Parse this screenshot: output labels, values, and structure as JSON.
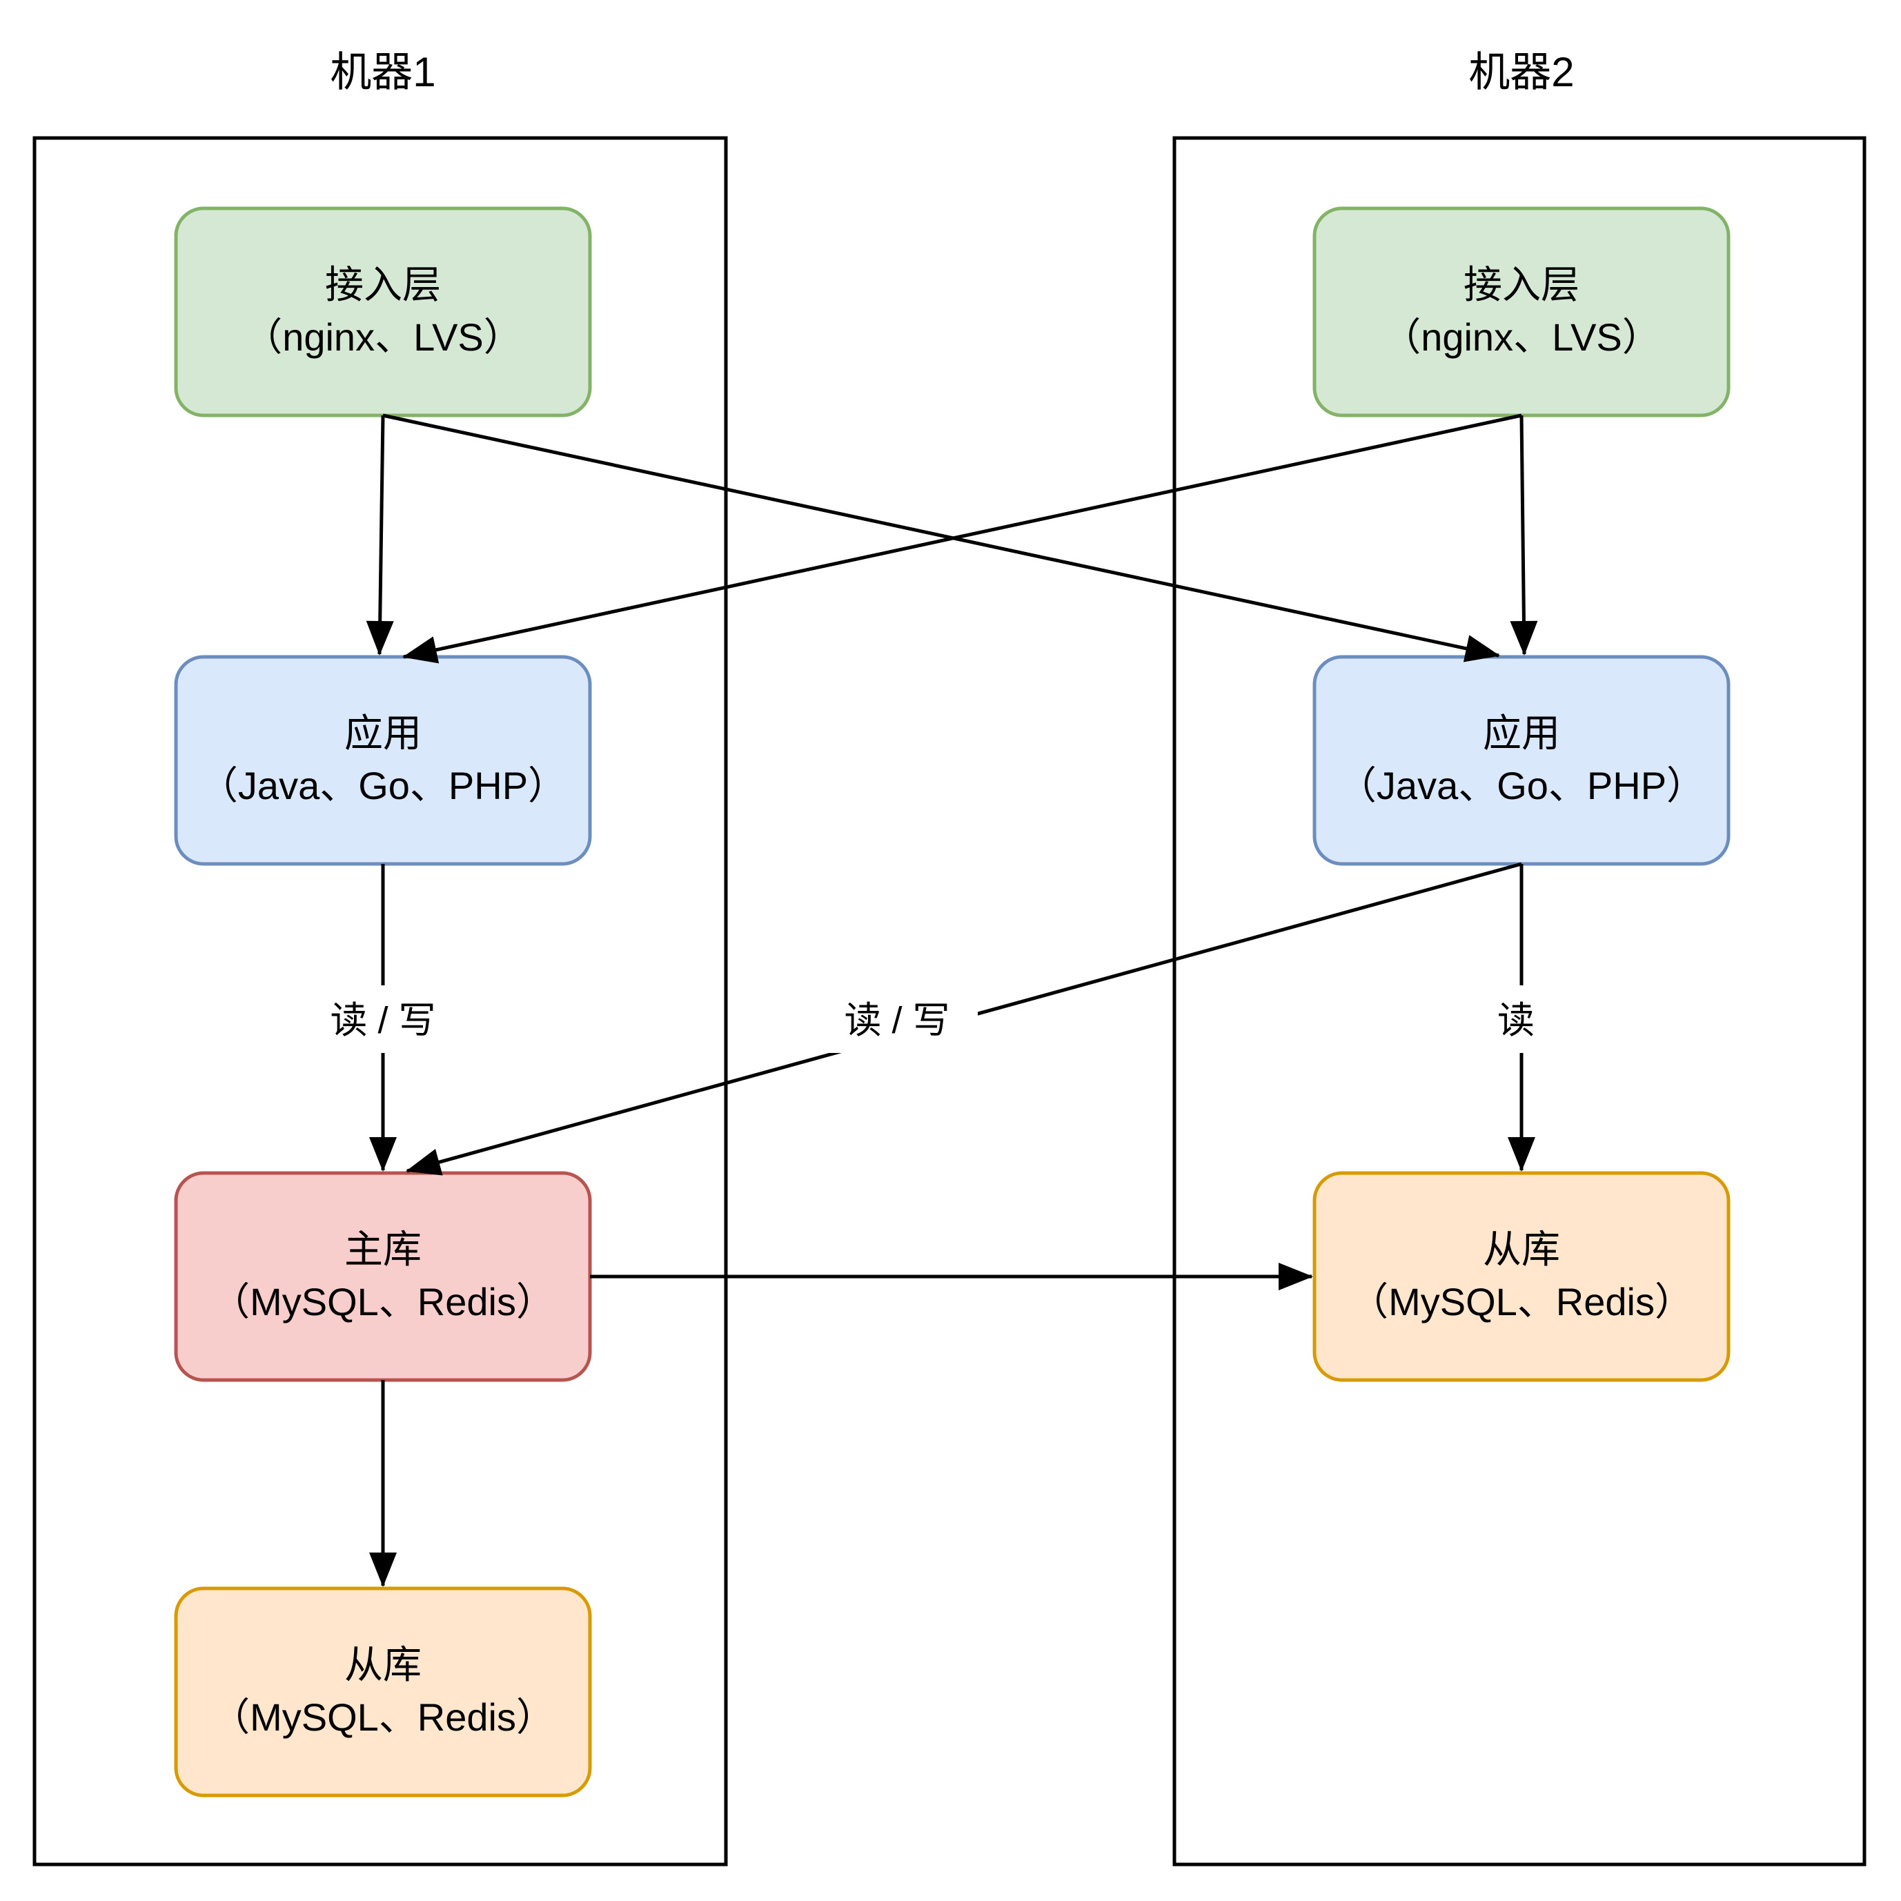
{
  "machine1": {
    "title": "机器1",
    "nodes": {
      "access": {
        "line1": "接入层",
        "line2": "（nginx、LVS）"
      },
      "app": {
        "line1": "应用",
        "line2": "（Java、Go、PHP）"
      },
      "master": {
        "line1": "主库",
        "line2": "（MySQL、Redis）"
      },
      "slave": {
        "line1": "从库",
        "line2": "（MySQL、Redis）"
      }
    }
  },
  "machine2": {
    "title": "机器2",
    "nodes": {
      "access": {
        "line1": "接入层",
        "line2": "（nginx、LVS）"
      },
      "app": {
        "line1": "应用",
        "line2": "（Java、Go、PHP）"
      },
      "slave": {
        "line1": "从库",
        "line2": "（MySQL、Redis）"
      }
    }
  },
  "edge_labels": {
    "app1_to_master_read_write": "读 / 写",
    "app2_to_master_read_write": "读 / 写",
    "app2_to_slave_read": "读"
  },
  "colors": {
    "access_fill": "#d5e8d4",
    "access_stroke": "#82b366",
    "app_fill": "#dae8fc",
    "app_stroke": "#6c8ebf",
    "master_fill": "#f8cecc",
    "master_stroke": "#b85450",
    "slave_fill": "#ffe6cc",
    "slave_stroke": "#d79b00",
    "edge_color": "#000000"
  }
}
